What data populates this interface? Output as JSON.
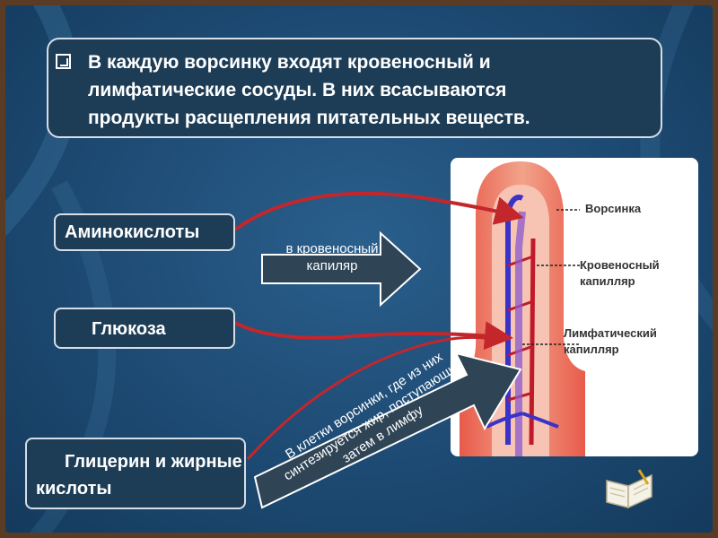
{
  "title": {
    "line1": "В каждую ворсинку входят кровеносный и",
    "line2": "лимфатические сосуды. В них всасываются",
    "line3": "продукты расщепления питательных веществ."
  },
  "labels": {
    "amino": "Аминокислоты",
    "glucose": "Глюкоза",
    "glycerin": "Глицерин и жирные кислоты"
  },
  "arrows": {
    "to_blood": "в кровеносный капиляр",
    "to_lymph": "В клетки ворсинки, где из них синтезируется жир, поступающий затем в лимфу"
  },
  "illustration": {
    "villus": "Ворсинка",
    "blood_capillary": "Кровеносный капилляр",
    "lymph_capillary": "Лимфатический капилляр"
  },
  "colors": {
    "background": "#1d4a73",
    "box_fill": "#1d3d57",
    "box_border": "#d6dde6",
    "red_arrow": "#c3262b",
    "grey_arrow": "#2f4454"
  },
  "icons": {
    "bullet": "checkbox-bullet-icon",
    "corner": "open-book-icon"
  }
}
